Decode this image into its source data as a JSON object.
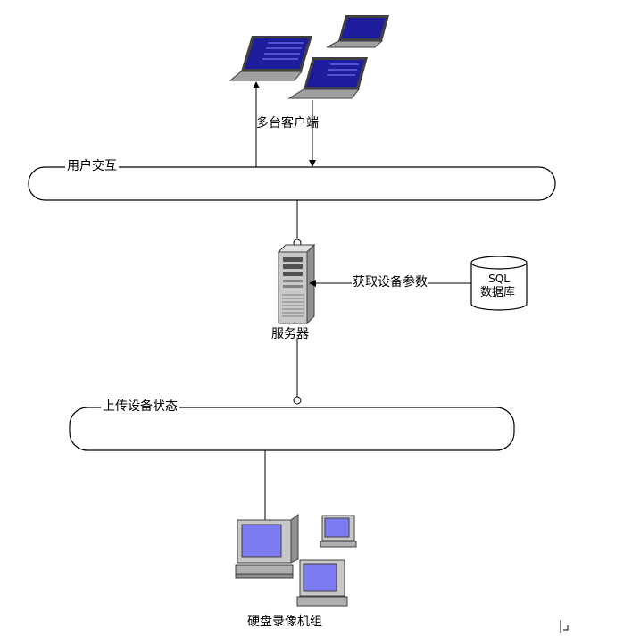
{
  "labels": {
    "clients": "多台客户端",
    "user_bus": "用户交互",
    "server": "服务器",
    "get_params": "获取设备参数",
    "db_sql": "SQL",
    "db_name": "数据库",
    "upload_bus": "上传设备状态",
    "dvr_group": "硬盘录像机组"
  },
  "colors": {
    "laptop_screen": "#1c1c9c",
    "monitor_screen": "#7c7cf0",
    "device_body": "#c0c0c0",
    "line": "#000000"
  },
  "icons": [
    "laptop-icon",
    "server-icon",
    "database-icon",
    "desktop-computer-icon",
    "text-cursor-icon"
  ]
}
